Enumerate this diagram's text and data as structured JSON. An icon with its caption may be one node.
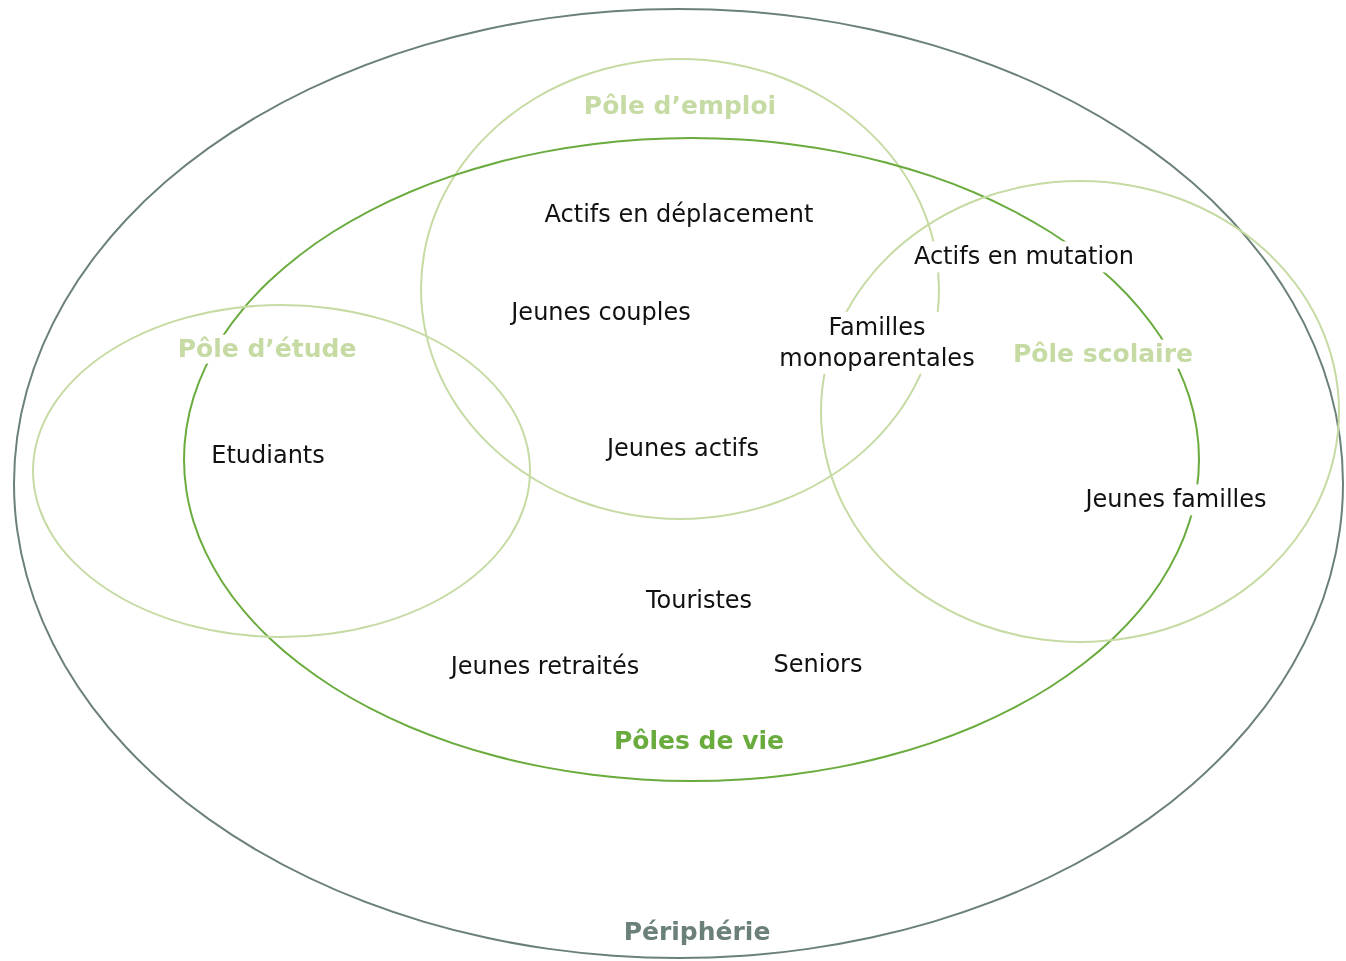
{
  "diagram": {
    "nodes": [
      {
        "text": [
          "Périphérie"
        ]
      },
      {
        "text": [
          "Pôle d’emploi"
        ],
        "in": 0
      },
      {
        "text": [
          "Pôles de vie"
        ],
        "in": 0
      },
      {
        "text": [
          "Pôle d’étude"
        ],
        "in": 0
      },
      {
        "text": [
          "Pôle scolaire"
        ],
        "in": 0
      }
    ],
    "labels": [
      "Actifs en déplacement",
      "Actifs en mutation",
      "Jeunes couples",
      "Familles monoparentales",
      "Jeunes actifs",
      "Etudiants",
      "Jeunes familles",
      "Touristes",
      "Seniors",
      "Jeunes retraités"
    ]
  }
}
